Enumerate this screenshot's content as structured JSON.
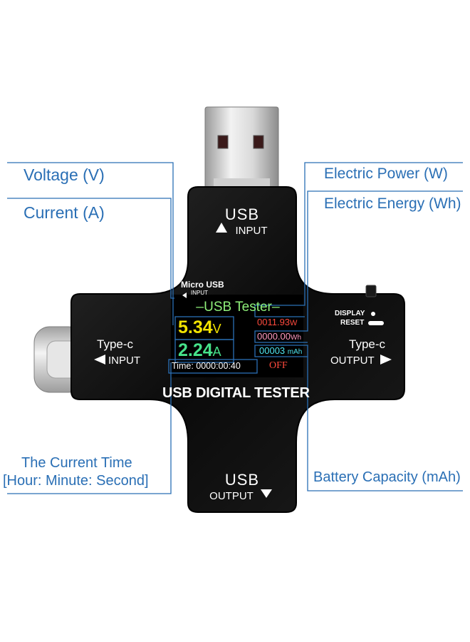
{
  "device": {
    "usb_input": {
      "title": "USB",
      "sub": "INPUT"
    },
    "usb_output": {
      "title": "USB",
      "sub": "OUTPUT"
    },
    "typec_input": {
      "title": "Type-c",
      "sub": "INPUT"
    },
    "typec_output": {
      "title": "Type-c",
      "sub": "OUTPUT"
    },
    "micro_usb": {
      "title": "Micro USB",
      "sub": "INPUT"
    },
    "display_label": "DISPLAY",
    "reset_label": "RESET",
    "brand_text": "USB DIGITAL TESTER"
  },
  "screen": {
    "title": "USB Tester",
    "voltage_value": "5.34",
    "voltage_unit": "V",
    "current_value": "2.24",
    "current_unit": "A",
    "power_value": "0011.93",
    "power_unit": "W",
    "energy_value": "0000.00",
    "energy_unit": "Wh",
    "capacity_value": "00003",
    "capacity_unit": "mAh",
    "time_text": "Time: 0000:00:40",
    "status": "OFF"
  },
  "callouts": {
    "voltage": "Voltage (V)",
    "current": "Current (A)",
    "current_time_line1": "The Current Time",
    "current_time_line2": "[Hour: Minute: Second]",
    "power": "Electric Power (W)",
    "energy": "Electric Energy (Wh)",
    "capacity": "Battery Capacity (mAh)"
  },
  "colors": {
    "callout_blue": "#2a6fb5",
    "voltage_yellow": "#f2e200",
    "current_green": "#46e28a",
    "power_red": "#ff4a3d",
    "energy_pink": "#ff9ac0",
    "capacity_cyan": "#4fe6f0",
    "title_green": "#8ff07a",
    "device_body": "#0d0d0d"
  }
}
